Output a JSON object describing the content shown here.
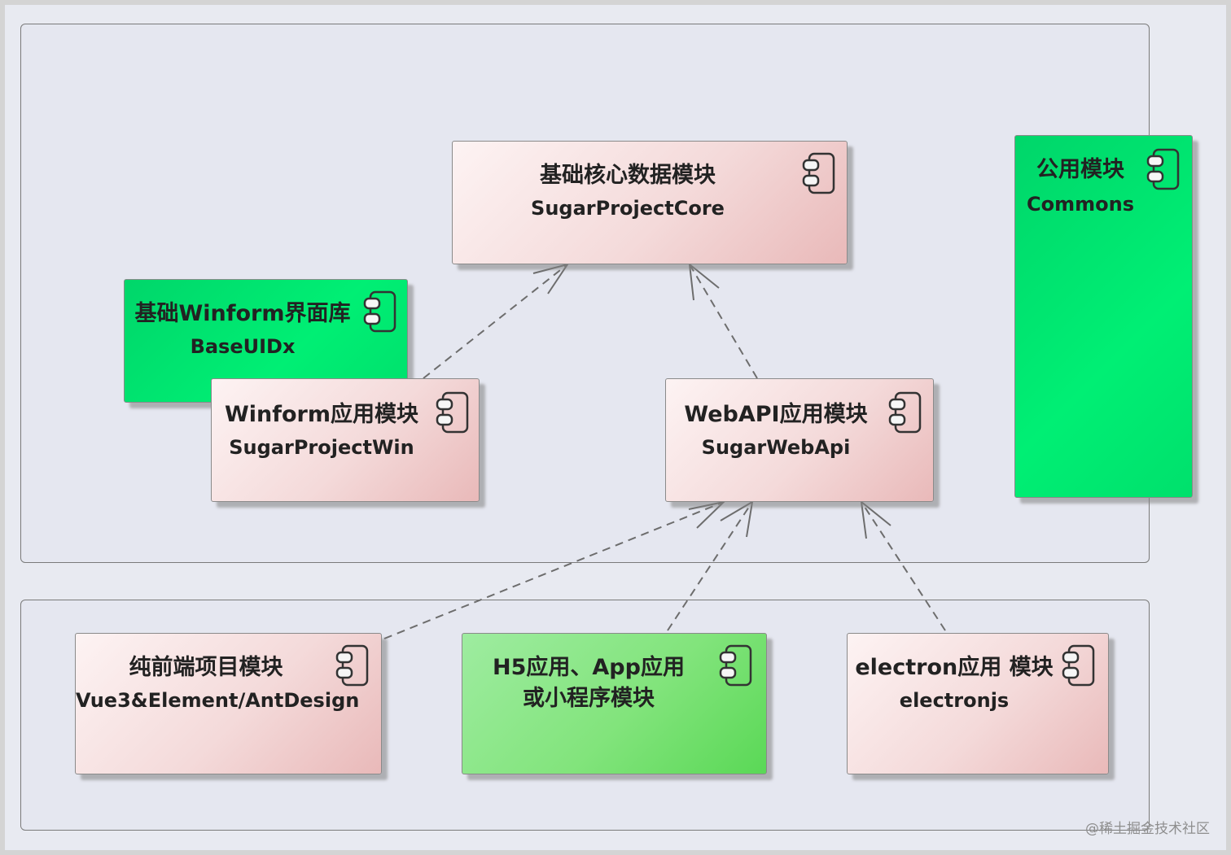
{
  "components": {
    "core": {
      "line1": "基础核心数据模块",
      "line2": "SugarProjectCore"
    },
    "baseui": {
      "line1": "基础Winform界面库",
      "line2": "BaseUIDx"
    },
    "winform": {
      "line1": "Winform应用模块",
      "line2": "SugarProjectWin"
    },
    "webapi": {
      "line1": "WebAPI应用模块",
      "line2": "SugarWebApi"
    },
    "commons": {
      "line1": "公用模块",
      "line2": "Commons"
    },
    "frontend": {
      "line1": "纯前端项目模块",
      "line2": "Vue3&Element/AntDesign"
    },
    "h5": {
      "line1": "H5应用、App应用",
      "line2": "或小程序模块"
    },
    "electron": {
      "line1": "electron应用 模块",
      "line2": "electronjs"
    }
  },
  "dependencies": [
    {
      "from": "winform",
      "to": "core"
    },
    {
      "from": "webapi",
      "to": "core"
    },
    {
      "from": "frontend",
      "to": "webapi"
    },
    {
      "from": "h5",
      "to": "webapi"
    },
    {
      "from": "electron",
      "to": "webapi"
    }
  ],
  "colors": {
    "pink": "#f4dada",
    "green": "#00e66f",
    "light_green": "#82e47c",
    "line": "#6d6d6d"
  },
  "icons": {
    "component": "component-icon"
  },
  "watermark": "@稀土掘金技术社区"
}
